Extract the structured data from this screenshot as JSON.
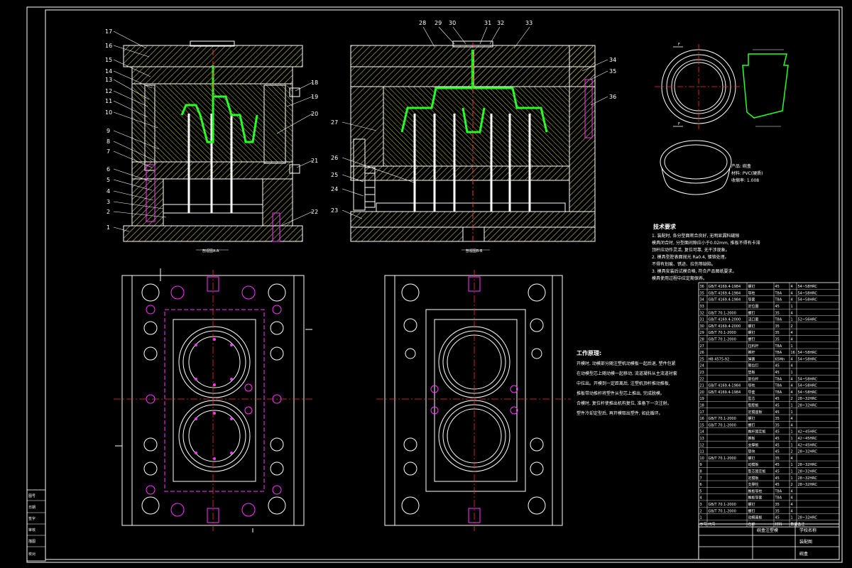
{
  "colors": {
    "background": "#000000",
    "frame": "#ffffff",
    "hatch": "#d8cf6a",
    "runner": "#27ff27",
    "centerline": "#ff2a2a",
    "hidden": "#ff33ff",
    "table_line": "#ffffff"
  },
  "section_left": {
    "labels": [
      "17",
      "16",
      "15",
      "14",
      "13",
      "12",
      "11",
      "10",
      "9",
      "8",
      "7",
      "6",
      "5",
      "4",
      "3",
      "2",
      "1"
    ],
    "right_labels": [
      "18",
      "19",
      "20",
      "21",
      "22"
    ],
    "caption": "剖视图A-A"
  },
  "section_right": {
    "top_labels": [
      "28",
      "29",
      "30",
      "31",
      "32",
      "33"
    ],
    "right_labels": [
      "34",
      "35",
      "36"
    ],
    "left_labels": [
      "27",
      "26",
      "25",
      "24",
      "23"
    ],
    "caption": "剖视图B-B"
  },
  "part": {
    "section_mark": "F",
    "product_label": "产品: 碗盒",
    "material_label": "材料: PVC(硬质)",
    "shrink_label": "收缩率: 1.008"
  },
  "tech_requirements": {
    "title": "技术要求",
    "lines": [
      "1. 装配时, 各分型面密合良好, 无明显漏料缝隙",
      "模具闭合时, 分型面间隙应小于0.02mm, 推板不得有卡滞",
      "顶杆应动作灵活, 复位可靠, 无干涉现象。",
      "2. 模具型腔表面抛光 Ra0.4, 镀铬处理。",
      "不得有划痕、锈迹、拉伤等缺陷。",
      "3. 模具安装后试模合格, 符合产品图纸要求。",
      "模具使用过程中应定期保养。"
    ]
  },
  "work_process": {
    "title": "工作原理:",
    "lines": [
      "开模时, 动模部分随注塑机动模板一起后退, 塑件包紧",
      "在动模型芯上随动模一起移动, 流道凝料从主流道衬套",
      "中拉出。开模到一定距离后, 注塑机顶杆推动推板,",
      "推板带动推杆将塑件从型芯上推出, 完成脱模。",
      "合模时, 复位杆使推出机构复位, 准备下一次注射。",
      "塑件冷却定型后, 再开模取出塑件, 如此循环。"
    ]
  },
  "bom": {
    "rows": [
      [
        "36",
        "GB/T 4169.4-1984",
        "螺钉",
        "45",
        "4",
        "54~58HRC"
      ],
      [
        "35",
        "GB/T 4169.4-1984",
        "导柱",
        "T8A",
        "4",
        "54~58HRC"
      ],
      [
        "34",
        "GB/T 4169.4-1984",
        "导套",
        "T8A",
        "4",
        "54~58HRC"
      ],
      [
        "33",
        "",
        "定位圈",
        "45",
        "1",
        ""
      ],
      [
        "32",
        "GB/T 70.1-2000",
        "螺钉",
        "35",
        "4",
        ""
      ],
      [
        "31",
        "GB/T 4169.4-2000",
        "浇口套",
        "T8A",
        "1",
        "52~56HRC"
      ],
      [
        "30",
        "GB/T 4169.4-2000",
        "螺钉",
        "35",
        "2",
        ""
      ],
      [
        "29",
        "GB/T 70.1-2000",
        "螺钉",
        "35",
        "4",
        ""
      ],
      [
        "28",
        "GB/T 70.1-2000",
        "螺钉",
        "35",
        "4",
        ""
      ],
      [
        "27",
        "",
        "拉料杆",
        "T8A",
        "1",
        ""
      ],
      [
        "26",
        "",
        "推杆",
        "T8A",
        "16",
        "54~58HRC"
      ],
      [
        "25",
        "HB 4575-92",
        "弹簧",
        "65Mn",
        "4",
        "54~58HRC"
      ],
      [
        "24",
        "",
        "限位钉",
        "45",
        "4",
        ""
      ],
      [
        "23",
        "",
        "垫板",
        "45",
        "1",
        ""
      ],
      [
        "22",
        "",
        "复位杆",
        "T8A",
        "4",
        "54~58HRC"
      ],
      [
        "21",
        "GB/T 4169.4-1984",
        "导柱",
        "T8A",
        "4",
        "54~58HRC"
      ],
      [
        "20",
        "GB/T 4169.4-1984",
        "导套",
        "T8A",
        "4",
        "54~58HRC"
      ],
      [
        "19",
        "",
        "型芯",
        "45",
        "2",
        "28~32HRC"
      ],
      [
        "18",
        "",
        "型腔板",
        "45",
        "1",
        "28~32HRC"
      ],
      [
        "17",
        "",
        "定模座板",
        "45",
        "1",
        ""
      ],
      [
        "16",
        "GB/T 70.1-2000",
        "螺钉",
        "35",
        "4",
        ""
      ],
      [
        "15",
        "GB/T 70.1-2000",
        "螺钉",
        "35",
        "4",
        ""
      ],
      [
        "14",
        "",
        "推杆固定板",
        "45",
        "1",
        "42~45HRC"
      ],
      [
        "13",
        "",
        "推板",
        "45",
        "1",
        "42~45HRC"
      ],
      [
        "12",
        "",
        "支撑板",
        "45",
        "1",
        "42~45HRC"
      ],
      [
        "11",
        "",
        "垫块",
        "45",
        "2",
        "28~32HRC"
      ],
      [
        "10",
        "GB/T 70.1-2000",
        "螺钉",
        "35",
        "4",
        ""
      ],
      [
        "9",
        "",
        "动模板",
        "45",
        "1",
        "28~32HRC"
      ],
      [
        "8",
        "",
        "型芯固定板",
        "45",
        "1",
        "28~32HRC"
      ],
      [
        "7",
        "",
        "定模板",
        "45",
        "1",
        "28~32HRC"
      ],
      [
        "6",
        "",
        "支撑柱",
        "45",
        "2",
        "28~32HRC"
      ],
      [
        "5",
        "",
        "推板导柱",
        "T8A",
        "4",
        ""
      ],
      [
        "4",
        "",
        "推板导套",
        "T8A",
        "4",
        ""
      ],
      [
        "3",
        "GB/T 70.1-2000",
        "螺钉",
        "35",
        "4",
        ""
      ],
      [
        "2",
        "GB/T 70.1-2000",
        "螺钉",
        "35",
        "4",
        ""
      ],
      [
        "1",
        "",
        "动模座板",
        "45",
        "1",
        "28~32HRC"
      ]
    ],
    "header": [
      "序号",
      "代号",
      "名称",
      "材料",
      "数量",
      "备注"
    ]
  },
  "title_block": {
    "drawing_name": "碗盒注塑模",
    "school": "学校名称",
    "part_name": "碗盒",
    "drawing_label": "装配图"
  },
  "left_strip": [
    "图号",
    "日期",
    "签字",
    "审核",
    "描图",
    "校对"
  ]
}
